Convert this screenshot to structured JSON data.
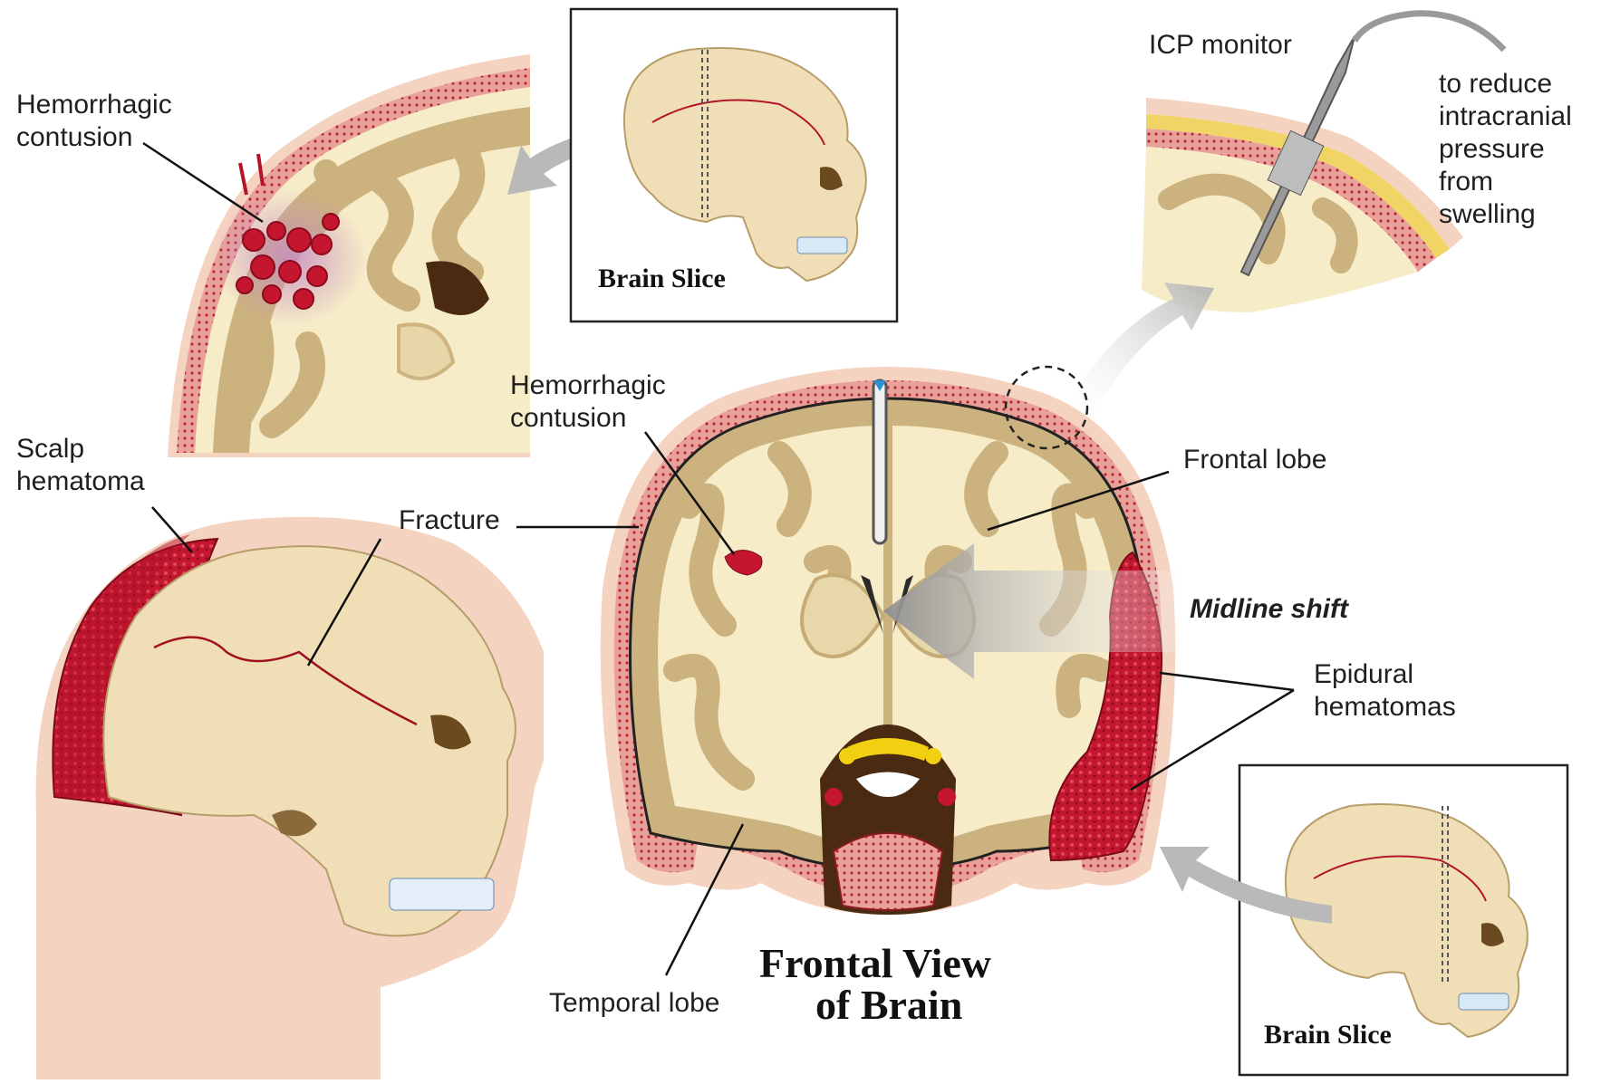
{
  "labels": {
    "hemorrhagic_contusion_left": "Hemorrhagic\ncontusion",
    "hemorrhagic_contusion_center": "Hemorrhagic\ncontusion",
    "scalp_hematoma": "Scalp\nhematoma",
    "fracture": "Fracture",
    "icp_monitor": "ICP monitor",
    "icp_note": "to reduce\nintracranial\npressure\nfrom\nswelling",
    "frontal_lobe": "Frontal lobe",
    "midline_shift": "Midline shift",
    "epidural_hematomas": "Epidural\nhematomas",
    "temporal_lobe": "Temporal lobe",
    "brain_slice_top": "Brain Slice",
    "brain_slice_bottom": "Brain Slice",
    "title_line1": "Frontal View",
    "title_line2": "of Brain"
  },
  "colors": {
    "bone": "#f0dfb6",
    "bone_shadow": "#d8c08c",
    "brain_white": "#f6ecc8",
    "brain_gray": "#ccb27e",
    "skin": "#f4d3c0",
    "blood": "#c4162f",
    "scalp_pink": "#e7a8a0",
    "arrow_gray": "#b8b8b8",
    "text": "#1f1f1f"
  }
}
